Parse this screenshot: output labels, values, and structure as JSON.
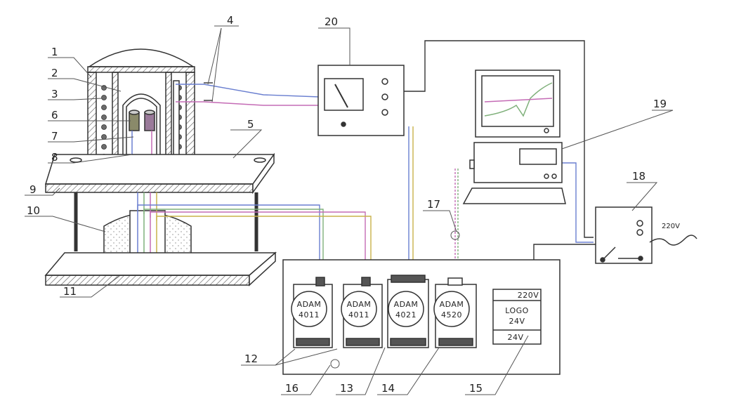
{
  "callouts": [
    "1",
    "2",
    "3",
    "4",
    "5",
    "6",
    "7",
    "8",
    "9",
    "10",
    "11",
    "12",
    "13",
    "14",
    "15",
    "16",
    "17",
    "18",
    "19",
    "20"
  ],
  "modules": [
    {
      "name": "ADAM",
      "model": "4011"
    },
    {
      "name": "ADAM",
      "model": "4011"
    },
    {
      "name": "ADAM",
      "model": "4021"
    },
    {
      "name": "ADAM",
      "model": "4520"
    }
  ],
  "logo": {
    "top": "220V",
    "name": "LOGO",
    "voltage": "24V",
    "bottom": "24V"
  },
  "mains_label": "220V",
  "colors": {
    "line": "#333333",
    "hatch": "#555555",
    "wire_a": "#6a7fd0",
    "wire_b": "#c46bb5",
    "wire_c": "#7fb07a",
    "wire_d": "#c9b24a",
    "heater": "#6b6b6b"
  }
}
